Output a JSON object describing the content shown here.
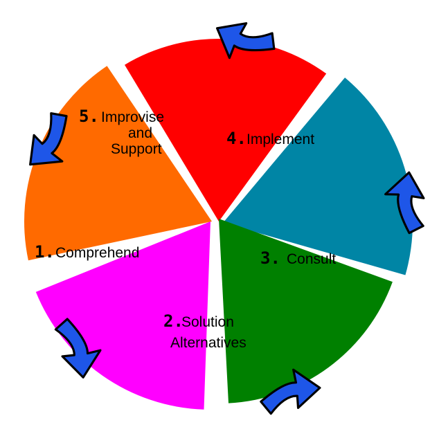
{
  "diagram": {
    "type": "cycle",
    "arrow_color": "#1e56e8",
    "segments": [
      {
        "number": "1.",
        "lines": [
          "Comprehend"
        ],
        "color": "#ff6a00"
      },
      {
        "number": "2.",
        "lines": [
          "Solution",
          "Alternatives"
        ],
        "color": "#ff0000"
      },
      {
        "number": "3.",
        "lines": [
          "Consult"
        ],
        "color": "#0085a5"
      },
      {
        "number": "4.",
        "lines": [
          "Implement"
        ],
        "color": "#008000"
      },
      {
        "number": "5.",
        "lines": [
          "Improvise",
          "and",
          "Support"
        ],
        "color": "#ff00ff"
      }
    ]
  }
}
